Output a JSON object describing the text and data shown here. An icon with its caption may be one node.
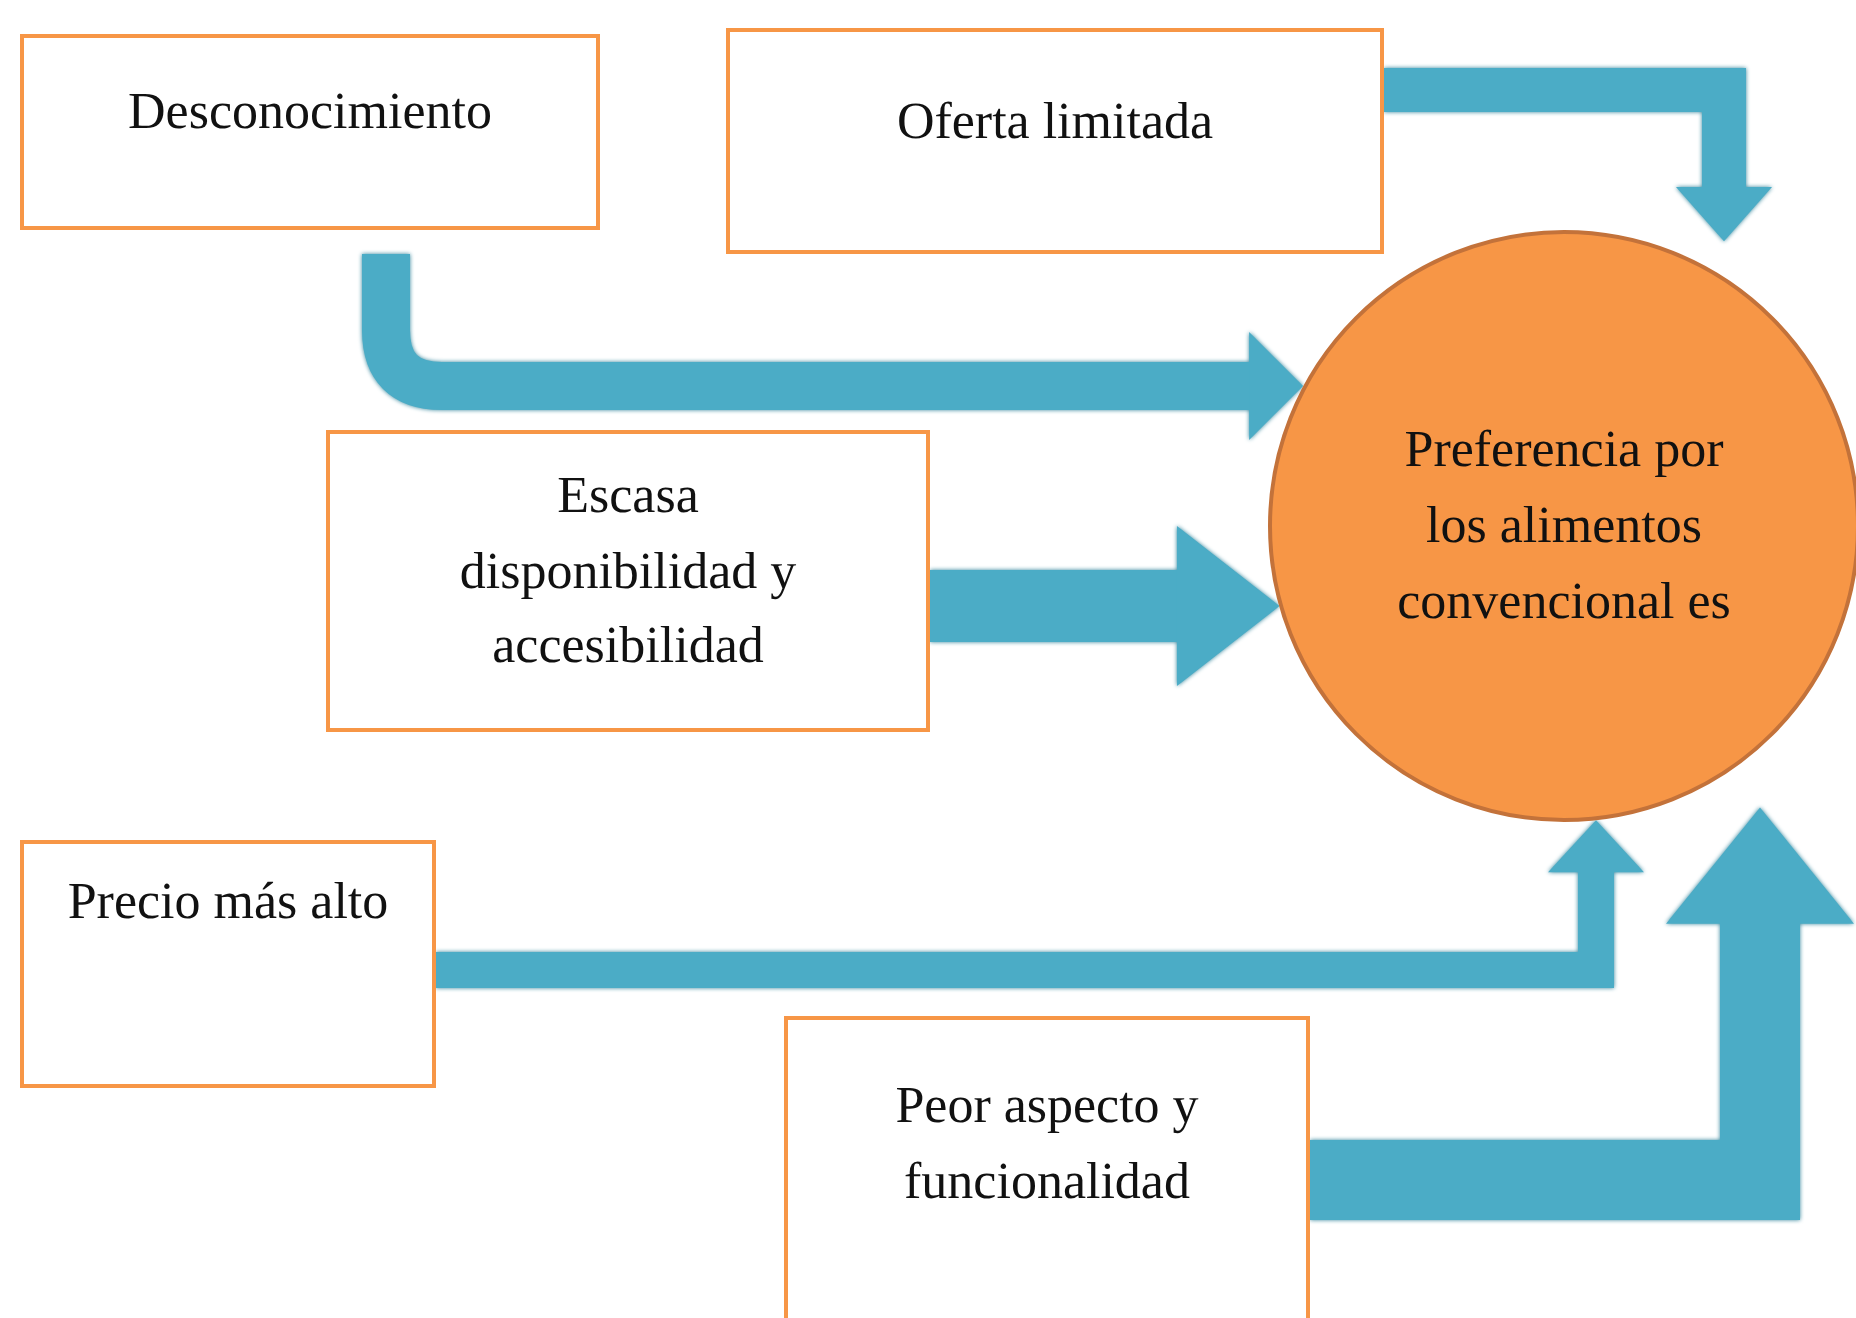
{
  "diagram": {
    "nodes": [
      {
        "text": [
          "Desconocimiento"
        ]
      },
      {
        "text": [
          "Oferta limitada"
        ]
      },
      {
        "text": [
          "Escasa disponibilidad y accesibilidad"
        ]
      },
      {
        "text": [
          "Precio más alto"
        ]
      },
      {
        "text": [
          "Peor aspecto y funcionalidad"
        ]
      },
      {
        "text": [
          "Preferencia por los alimentos convencional es"
        ]
      }
    ],
    "edges": [
      {
        "from": 0,
        "to": 5,
        "arrow": "to"
      },
      {
        "from": 1,
        "to": 5,
        "arrow": "to"
      },
      {
        "from": 2,
        "to": 5,
        "arrow": "to"
      },
      {
        "from": 3,
        "to": 5,
        "arrow": "to"
      },
      {
        "from": 4,
        "to": 5,
        "arrow": "to"
      }
    ]
  }
}
